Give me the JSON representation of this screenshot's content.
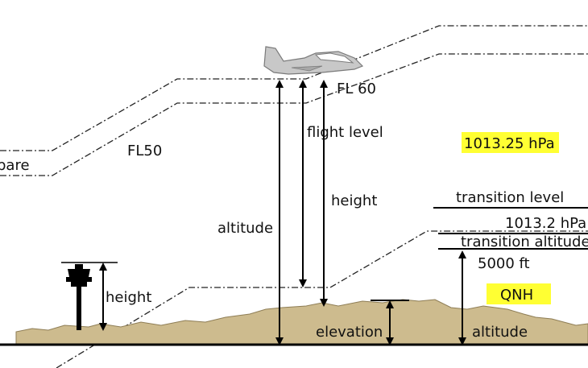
{
  "labels": {
    "fl60": "FL 60",
    "fl50": "FL50",
    "flight_level": "flight level",
    "height_aircraft": "height",
    "altitude_aircraft": "altitude",
    "height_tower": "height",
    "elevation": "elevation",
    "altitude_right": "altitude",
    "std_pressure": "1013.25 hPa",
    "transition_level": "transition level",
    "pressure_1013_2": "1013.2 hPa",
    "transition_altitude": "transition altitude",
    "ft5000": "5000 ft",
    "qnh": "QNH",
    "left_partial": "pare"
  },
  "colors": {
    "highlight": "#ffff33",
    "terrain": "#cdbb8e",
    "terrain_stroke": "#8e7d55",
    "aircraft": "#c8c8c8",
    "ground": "#000000"
  },
  "icons": {
    "aircraft": "jet-aircraft-icon",
    "tower": "control-tower-icon"
  }
}
